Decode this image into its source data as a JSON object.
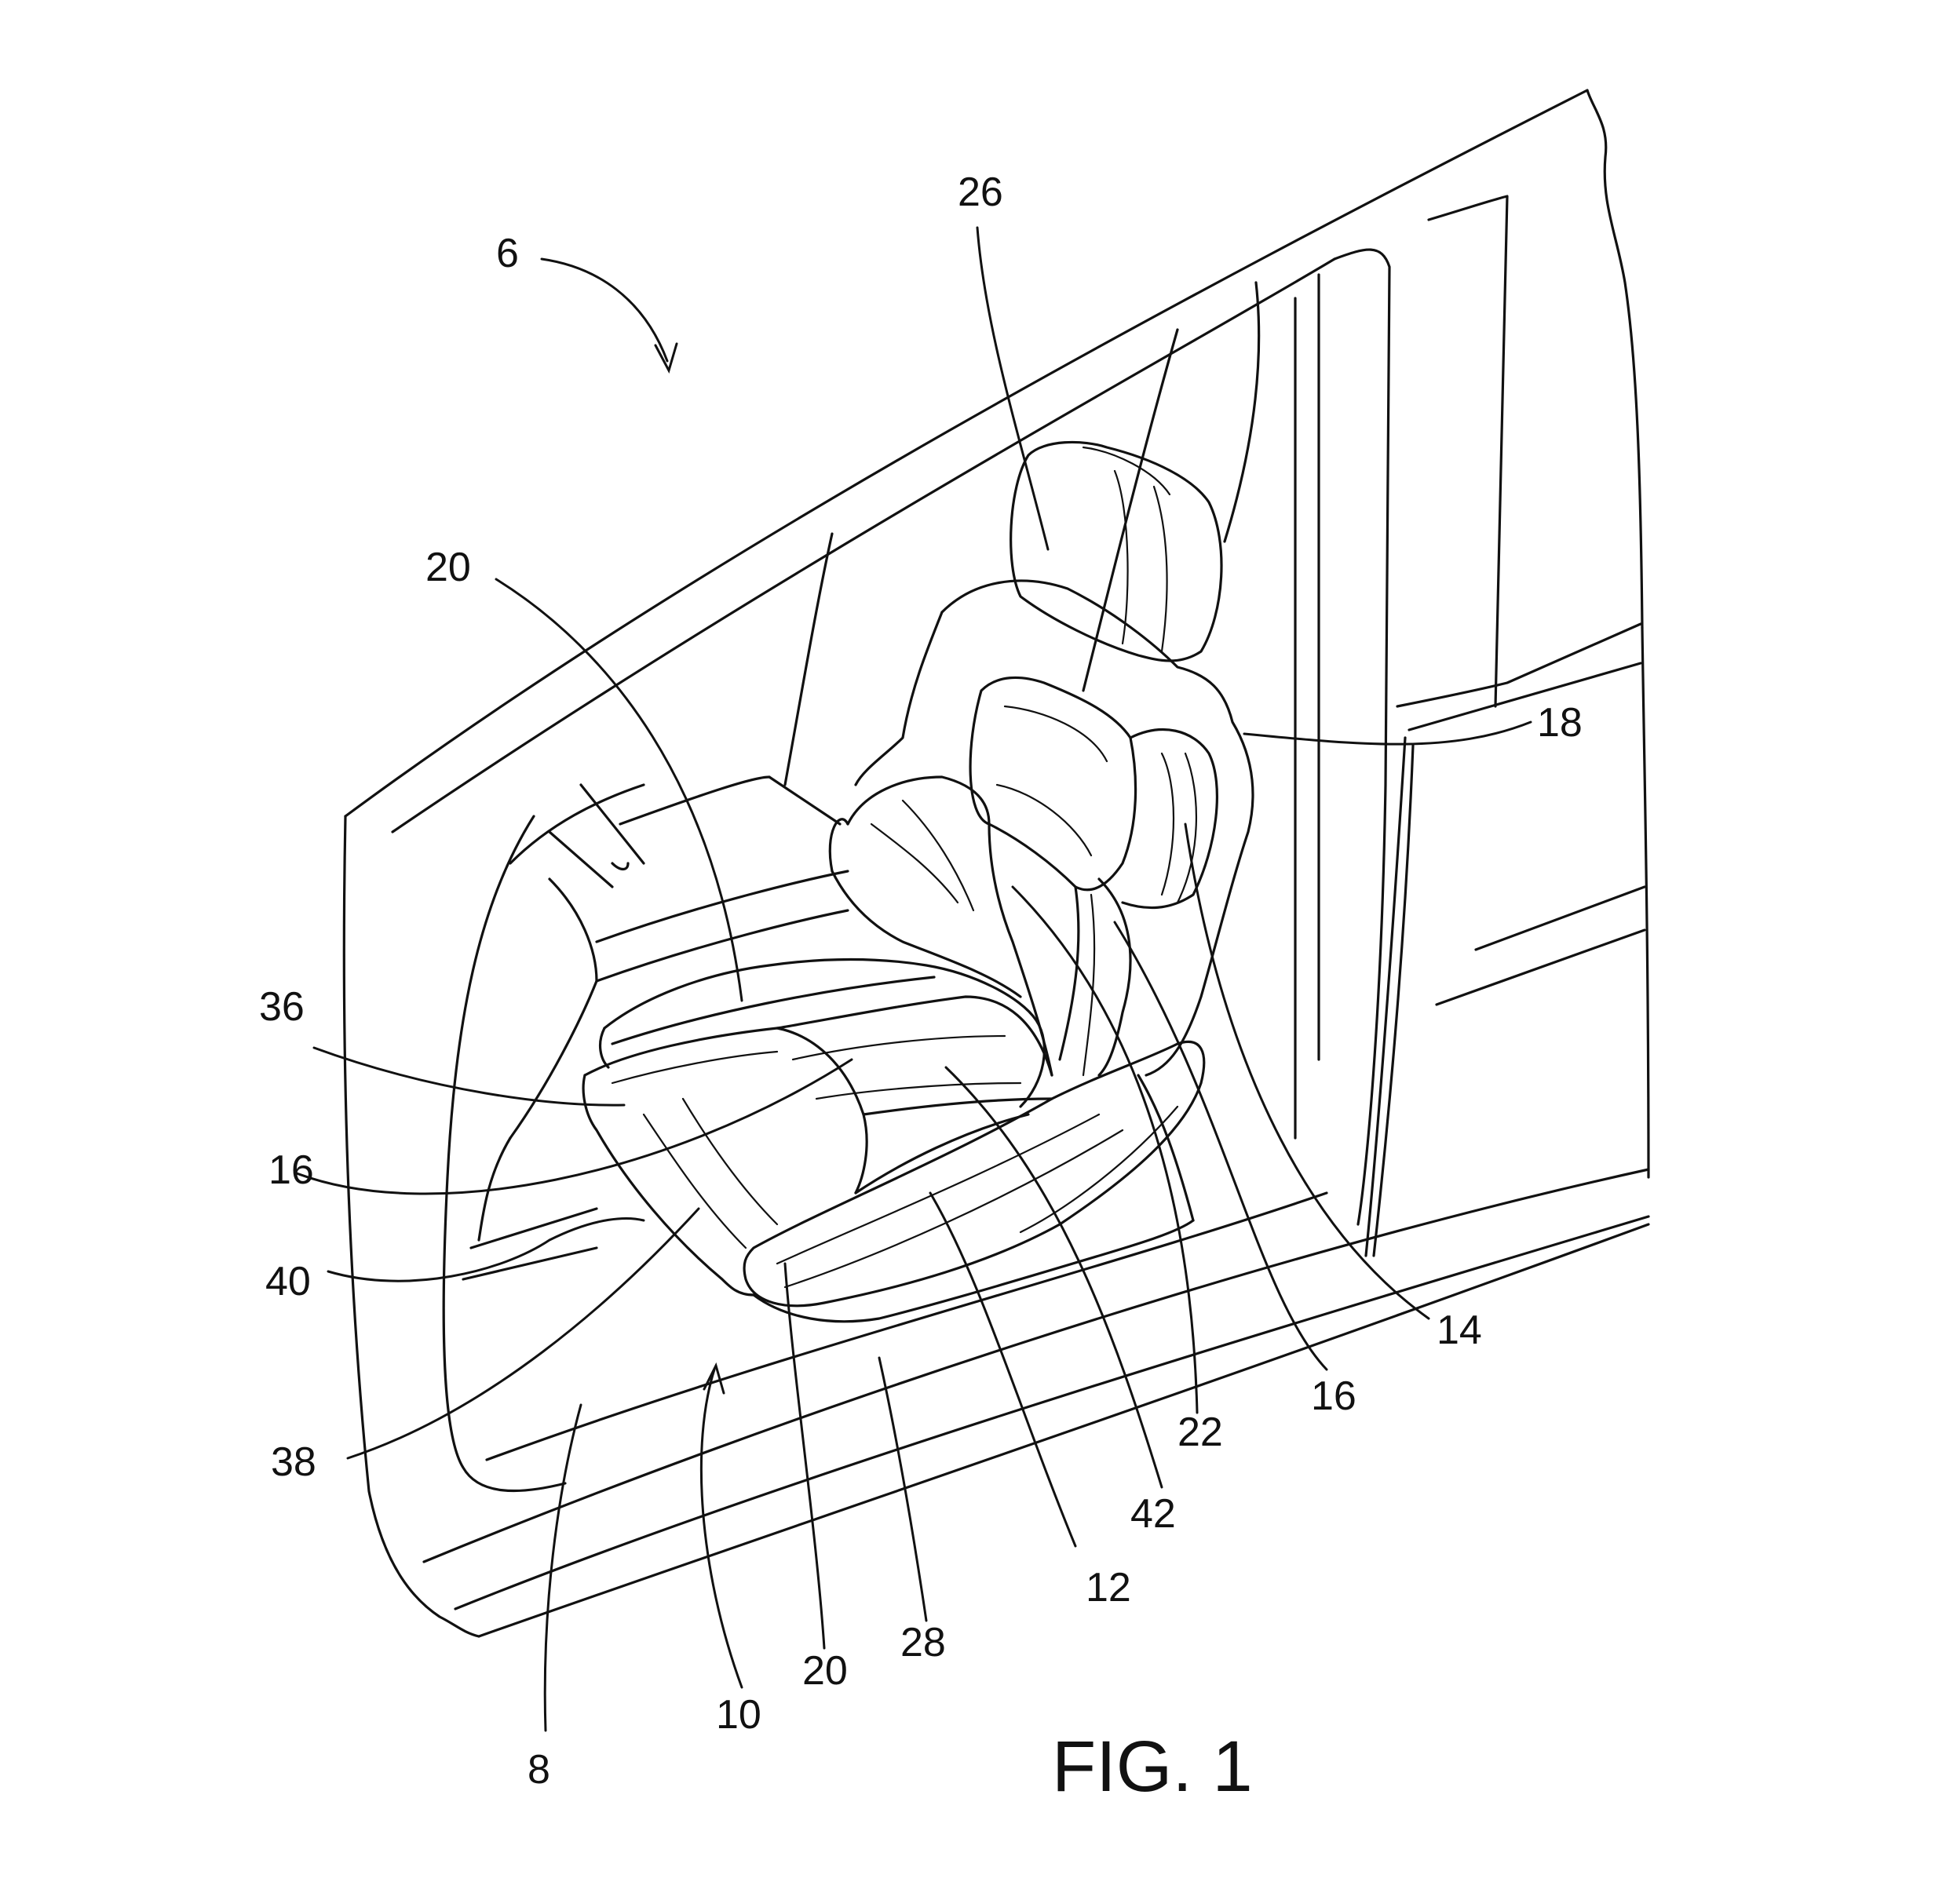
{
  "figure": {
    "caption": "FIG. 1",
    "reference_numerals": {
      "assembly": "6",
      "door_panel": "8",
      "seat": "10",
      "seat_cushion": "12",
      "seatback": "14",
      "bolster_left": "16",
      "bolster_right": "16",
      "seatback_side": "18",
      "cushion_bolster_top": "20",
      "cushion_bolster_front": "20",
      "seatback_insert": "22",
      "headrest": "26",
      "seat_base": "28",
      "cushion_edge": "36",
      "cushion_front": "38",
      "cushion_side": "40",
      "cushion_center": "42"
    }
  }
}
